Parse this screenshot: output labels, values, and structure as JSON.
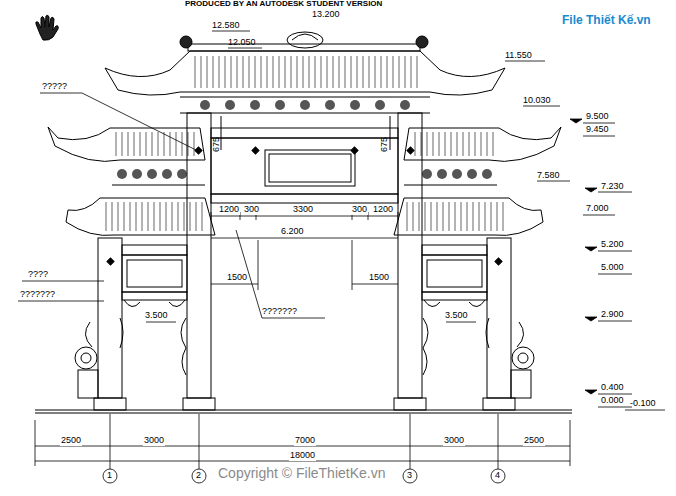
{
  "diagram": {
    "labels": [
      "PRODUCED BY AN AUTODESK STUDENT VERSION",
      "13.200",
      "12.580",
      "12.050",
      "11.550",
      "10.030",
      "9.500",
      "9.450",
      "7.580",
      "7.230",
      "7.000",
      "5.200",
      "5.000",
      "2.900",
      "0.400",
      "0.000",
      "-0.100",
      "?????",
      "675",
      "675",
      "1200",
      "300",
      "3300",
      "300",
      "1200",
      "6.200",
      "1500",
      "1500",
      "????",
      "???????",
      "3.500",
      "???????",
      "3.500",
      "2500",
      "3000",
      "7000",
      "3000",
      "2500",
      "18000",
      "1",
      "2",
      "3",
      "4",
      "File Thiết Kế.vn",
      "Copyright © FileThietKe.vn"
    ]
  }
}
